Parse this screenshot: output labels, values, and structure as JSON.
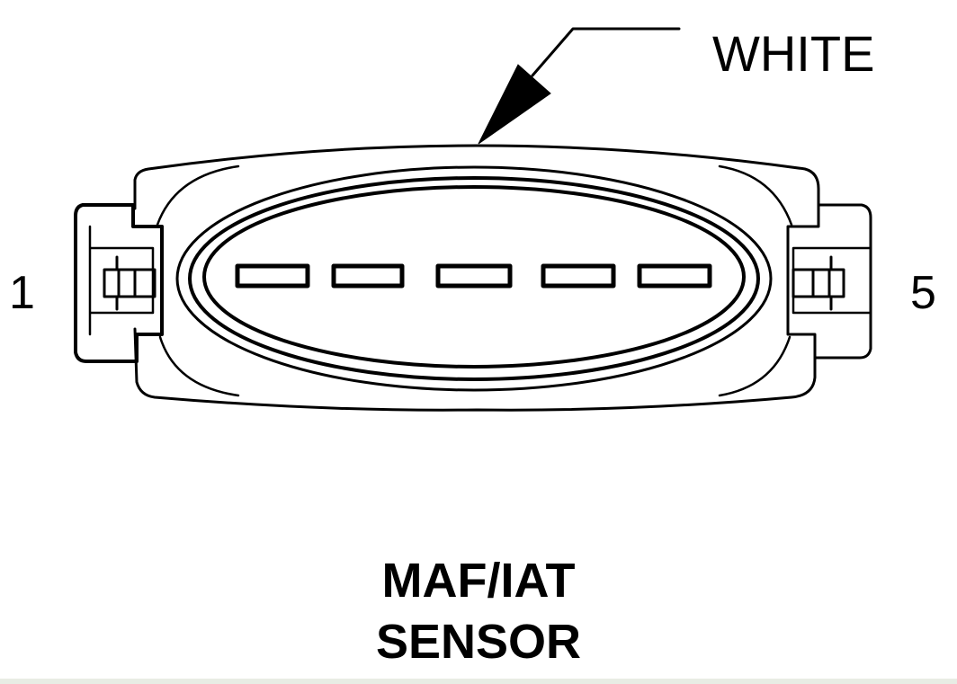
{
  "diagram": {
    "wire_color": "WHITE",
    "pins": {
      "first": "1",
      "last": "5",
      "count": 5
    },
    "title_lines": [
      "MAF/IAT",
      "SENSOR"
    ],
    "colors": {
      "line": "#000000",
      "background": "#ffffff"
    }
  }
}
